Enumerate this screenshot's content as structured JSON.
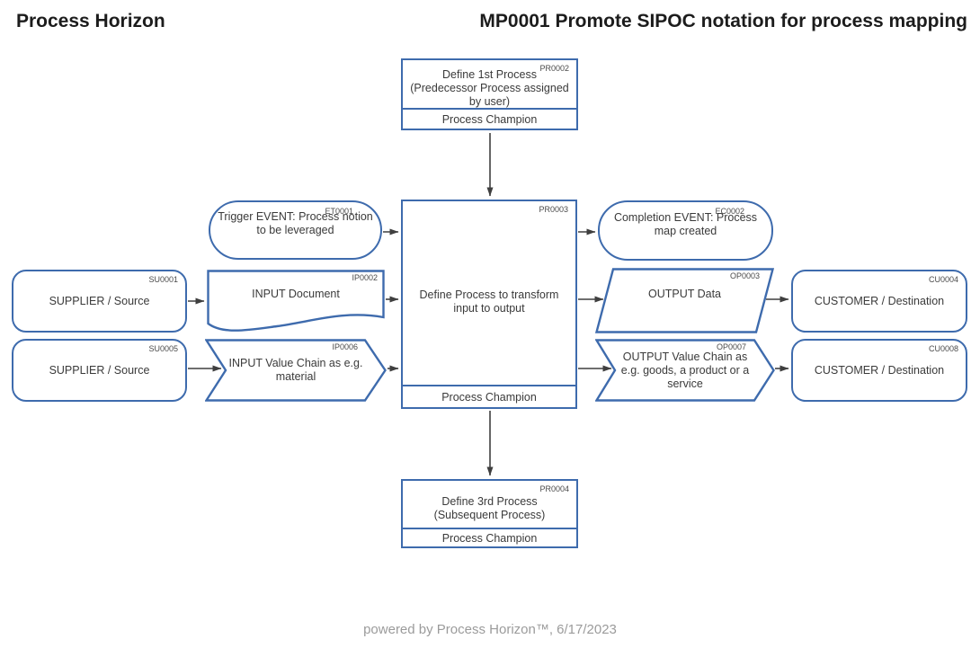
{
  "header": {
    "app_title": "Process Horizon",
    "diagram_title": "MP0001 Promote SIPOC notation for process mapping"
  },
  "colors": {
    "shape_border": "#3e6bad",
    "connector": "#3f3f3f",
    "title_text": "#1c1c1c",
    "node_text": "#3a3a3a",
    "footer_text": "#9b9b9b"
  },
  "nodes": {
    "pr0002": {
      "code": "PR0002",
      "label": "Define 1st Process (Predecessor Process assigned by user)",
      "owner": "Process Champion"
    },
    "pr0003": {
      "code": "PR0003",
      "label": "Define Process to transform input to output",
      "owner": "Process Champion"
    },
    "pr0004": {
      "code": "PR0004",
      "label": "Define 3rd Process (Subsequent Process)",
      "owner": "Process Champion"
    },
    "et0001": {
      "code": "ET0001",
      "label": "Trigger EVENT: Process notion to be leveraged"
    },
    "ec0002": {
      "code": "EC0002",
      "label": "Completion EVENT: Process map created"
    },
    "su0001": {
      "code": "SU0001",
      "label": "SUPPLIER / Source"
    },
    "su0005": {
      "code": "SU0005",
      "label": "SUPPLIER / Source"
    },
    "ip0002": {
      "code": "IP0002",
      "label": "INPUT Document"
    },
    "ip0006": {
      "code": "IP0006",
      "label": "INPUT Value Chain as e.g. material"
    },
    "op0003": {
      "code": "OP0003",
      "label": "OUTPUT Data"
    },
    "op0007": {
      "code": "OP0007",
      "label": "OUTPUT Value Chain as e.g. goods, a product or a service"
    },
    "cu0004": {
      "code": "CU0004",
      "label": "CUSTOMER / Destination"
    },
    "cu0008": {
      "code": "CU0008",
      "label": "CUSTOMER / Destination"
    }
  },
  "footer": {
    "credit": "powered by Process Horizon™, 6/17/2023"
  }
}
